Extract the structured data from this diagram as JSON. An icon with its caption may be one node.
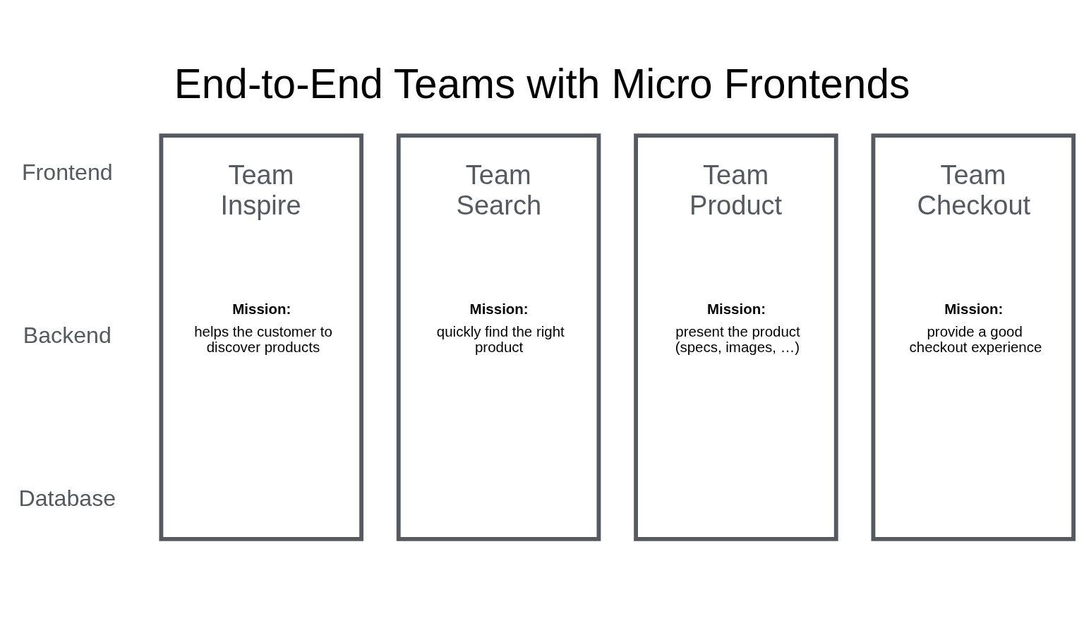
{
  "diagram": {
    "title": "End-to-End Teams with Micro Frontends",
    "nodes": [
      {
        "text": [
          "Team Inspire",
          "Mission:",
          "helps the customer to discover products"
        ]
      },
      {
        "text": [
          "Team Search",
          "Mission:",
          "quickly find the right product"
        ]
      },
      {
        "text": [
          "Team Product",
          "Mission:",
          "present the product (specs, images, …)"
        ]
      },
      {
        "text": [
          "Team Checkout",
          "Mission:",
          "provide a good checkout experience"
        ]
      }
    ],
    "labels": [
      "Frontend",
      "Backend",
      "Database"
    ]
  }
}
